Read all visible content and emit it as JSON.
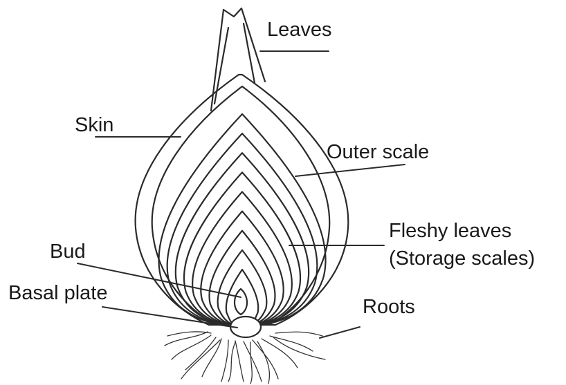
{
  "labels": {
    "leaves": "Leaves",
    "skin": "Skin",
    "outer_scale": "Outer scale",
    "fleshy_line1": "Fleshy leaves",
    "fleshy_line2": "(Storage scales)",
    "bud": "Bud",
    "basal_plate": "Basal plate",
    "roots": "Roots"
  }
}
